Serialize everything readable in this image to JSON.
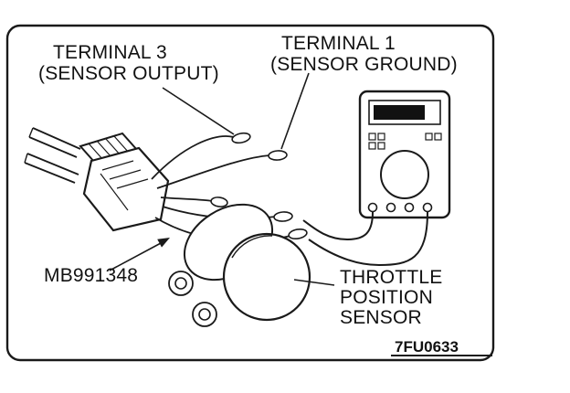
{
  "figure": {
    "labels": {
      "terminal3": {
        "line1": "TERMINAL 3",
        "line2": "(SENSOR OUTPUT)"
      },
      "terminal1": {
        "line1": "TERMINAL 1",
        "line2": "(SENSOR GROUND)"
      },
      "tool": "MB991348",
      "sensor": {
        "line1": "THROTTLE",
        "line2": "POSITION",
        "line3": "SENSOR"
      },
      "code": "7FU0633"
    },
    "colors": {
      "line": "#1a1a1a",
      "background": "#ffffff",
      "display_fill": "#111111"
    }
  }
}
